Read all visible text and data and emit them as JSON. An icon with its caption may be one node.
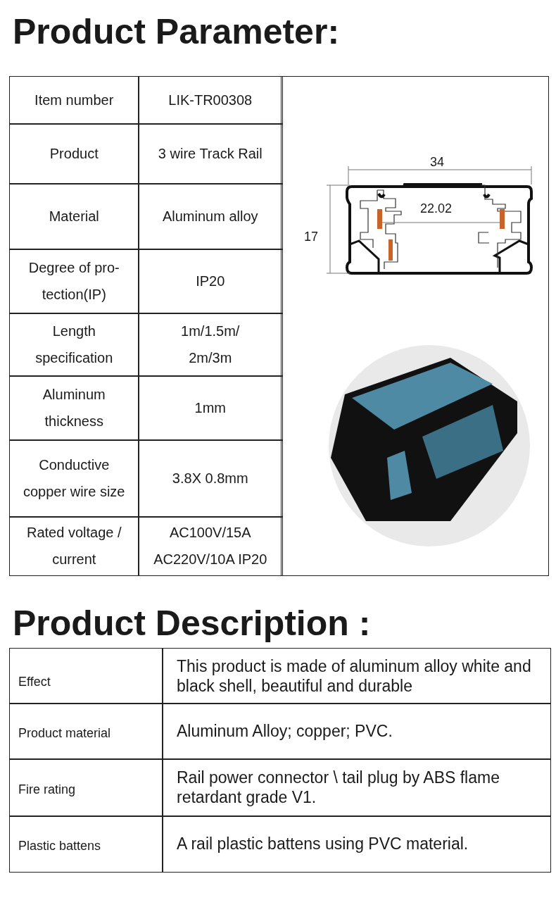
{
  "diagram": {
    "title": "Product Parameter:",
    "labels": [
      "Item number",
      "LIK-TR00308",
      "Product",
      "3 wire Track Rail",
      "Material",
      "Aluminum alloy",
      "Degree of pro- tection(IP)",
      "IP20",
      "Length specification",
      "1m/1.5m/ 2m/3m",
      "Aluminum thickness",
      "1mm",
      "Conductive copper wire size",
      "3.8X 0.8mm",
      "Rated voltage / current",
      "AC100V/15A AC220V/10A IP20",
      "34",
      "22.02",
      "17",
      "Product Description :",
      "Effect",
      "This product is made of aluminum alloy white and black shell, beautiful and durable",
      "Product material",
      "Aluminum Alloy; copper; PVC.",
      "Fire rating",
      "Rail power connector \\ tail plug by ABS flame retardant grade V1.",
      "Plastic battens",
      "A rail plastic battens using PVC material."
    ]
  }
}
